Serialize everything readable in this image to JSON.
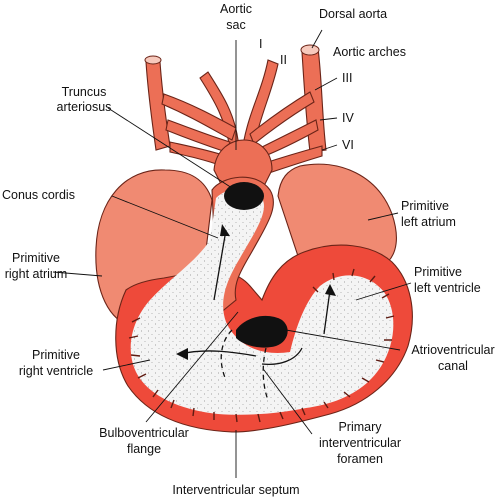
{
  "labels": {
    "aortic_sac": [
      "Aortic",
      "sac"
    ],
    "dorsal_aorta": "Dorsal aorta",
    "arch_1": "I",
    "arch_2": "II",
    "aortic_arches": "Aortic arches",
    "arch_3": "III",
    "arch_4": "IV",
    "arch_6": "VI",
    "truncus_arteriosus": [
      "Truncus",
      "arteriosus"
    ],
    "conus_cordis": "Conus cordis",
    "primitive_left_atrium": [
      "Primitive",
      "left atrium"
    ],
    "primitive_right_atrium": [
      "Primitive",
      "right atrium"
    ],
    "primitive_left_ventricle": [
      "Primitive",
      "left ventricle"
    ],
    "primitive_right_ventricle": [
      "Primitive",
      "right ventricle"
    ],
    "atrioventricular_canal": [
      "Atrioventricular",
      "canal"
    ],
    "bulboventricular_flange": [
      "Bulboventricular",
      "flange"
    ],
    "primary_interventricular_foramen": [
      "Primary",
      "interventricular",
      "foramen"
    ],
    "interventricular_septum": "Interventricular septum"
  },
  "colors": {
    "tissue_light": "#f08a72",
    "tissue_mid": "#ec6f56",
    "wall_red": "#ee4a3a",
    "lumen": "#f4f4f4",
    "stipple": "#7a7a7a",
    "opening": "#111111"
  }
}
